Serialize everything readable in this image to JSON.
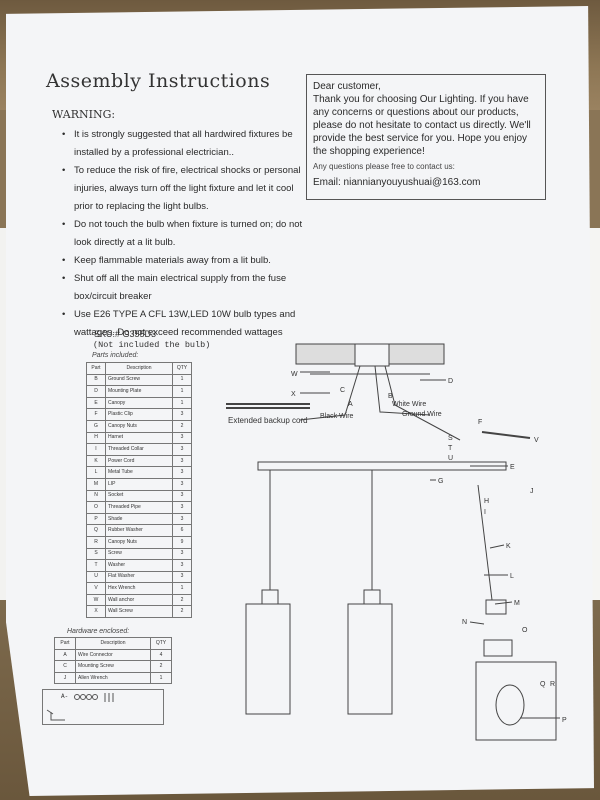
{
  "title": "Assembly Instructions",
  "warning_heading": "WARNING:",
  "warnings": [
    "It is strongly suggested that all hardwired fixtures be installed by a professional electrician..",
    "To reduce the risk of fire, electrical shocks or personal injuries, always turn off the light fixture and let it cool prior to replacing the light bulbs.",
    "Do not touch the bulb when fixture is turned on; do not look directly at a lit bulb.",
    "Keep flammable materials away from a lit bulb.",
    "Shut off all the main electrical supply from the fuse box/circuit breaker",
    "Use E26 TYPE A CFL 13W,LED 10W bulb types and wattages. Do not exceed recommended wattages"
  ],
  "notice": {
    "greeting": "Dear customer,",
    "message": "Thank you for choosing Our Lighting. If you have any concerns or questions about our products, please do not hesitate to contact us directly. We'll provide the best service for you. Hope you enjoy the shopping experience!",
    "contact_line": "Any questions please free to contact us:",
    "email": "Email: niannianyouyushuai@163.com"
  },
  "sku": "SKU:# G355D3",
  "bulb_note": "(Not included the bulb)",
  "parts_label": "Parts included:",
  "parts_headers": [
    "Part",
    "Description",
    "QTY"
  ],
  "parts": [
    [
      "B",
      "Ground Screw",
      "1"
    ],
    [
      "D",
      "Mounting Plate",
      "1"
    ],
    [
      "E",
      "Canopy",
      "1"
    ],
    [
      "F",
      "Plastic Clip",
      "3"
    ],
    [
      "G",
      "Canopy Nuts",
      "2"
    ],
    [
      "H",
      "Harnet",
      "3"
    ],
    [
      "I",
      "Threaded Collar",
      "3"
    ],
    [
      "K",
      "Power Cord",
      "3"
    ],
    [
      "L",
      "Metal Tube",
      "3"
    ],
    [
      "M",
      "LIP",
      "3"
    ],
    [
      "N",
      "Socket",
      "3"
    ],
    [
      "O",
      "Threaded Pipe",
      "3"
    ],
    [
      "P",
      "Shade",
      "3"
    ],
    [
      "Q",
      "Rubber Washer",
      "6"
    ],
    [
      "R",
      "Canopy Nuts",
      "9"
    ],
    [
      "S",
      "Screw",
      "3"
    ],
    [
      "T",
      "Washer",
      "3"
    ],
    [
      "U",
      "Flat Washer",
      "3"
    ],
    [
      "V",
      "Hex Wrench",
      "1"
    ],
    [
      "W",
      "Wall anchor",
      "2"
    ],
    [
      "X",
      "Wall Screw",
      "2"
    ]
  ],
  "hardware_label": "Hardware enclosed:",
  "hardware_headers": [
    "Part",
    "Description",
    "QTY"
  ],
  "hardware": [
    [
      "A",
      "Wire Connector",
      "4"
    ],
    [
      "C",
      "Mounting Screw",
      "2"
    ],
    [
      "J",
      "Allen Wrench",
      "1"
    ]
  ],
  "hardware_box_text": "A-",
  "cord_label": "Extended backup cord",
  "diagram_labels": {
    "A": "A",
    "B": "B",
    "C": "C",
    "D": "D",
    "E": "E",
    "F": "F",
    "G": "G",
    "H": "H",
    "I": "I",
    "J": "J",
    "K": "K",
    "L": "L",
    "M": "M",
    "N": "N",
    "O": "O",
    "P": "P",
    "Q": "Q",
    "R": "R",
    "S": "S",
    "T": "T",
    "U": "U",
    "V": "V",
    "W": "W",
    "X": "X",
    "black_wire": "Black Wire",
    "white_wire": "White Wire",
    "ground_wire": "Ground Wire"
  }
}
